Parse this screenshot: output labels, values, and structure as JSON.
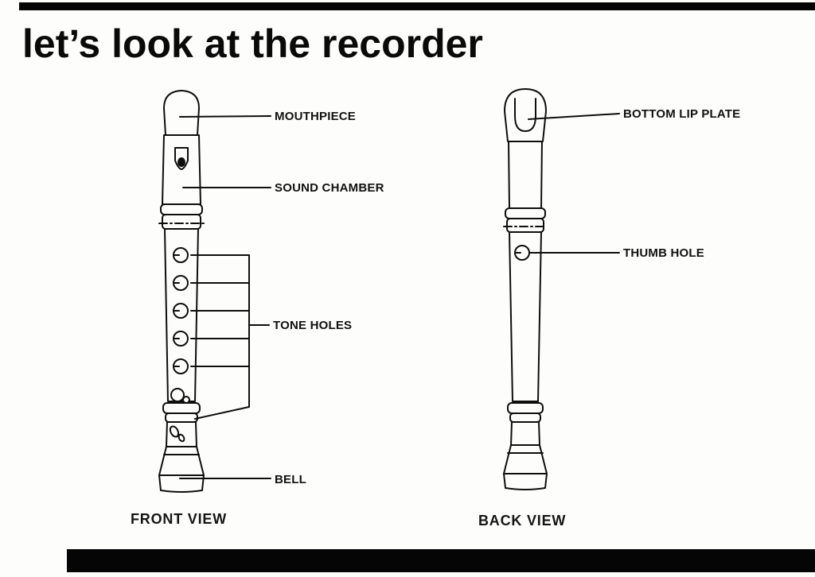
{
  "page": {
    "title": "let’s look at the recorder"
  },
  "colors": {
    "ink": "#0e0e0e",
    "paper": "#fdfdfb"
  },
  "front_view": {
    "caption": "FRONT VIEW",
    "labels": {
      "mouthpiece": "MOUTHPIECE",
      "sound_chamber": "SOUND CHAMBER",
      "tone_holes": "TONE HOLES",
      "bell": "BELL"
    }
  },
  "back_view": {
    "caption": "BACK VIEW",
    "labels": {
      "bottom_lip_plate": "BOTTOM LIP PLATE",
      "thumb_hole": "THUMB HOLE"
    }
  }
}
